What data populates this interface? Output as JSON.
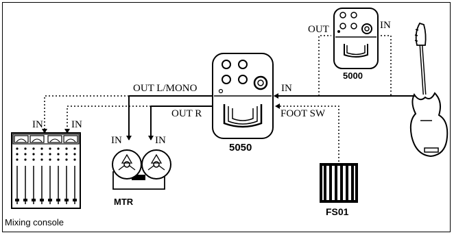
{
  "labels": {
    "out_top": "OUT",
    "in_top": "IN",
    "pedal_5000": "5000",
    "out_lmono": "OUT L/MONO",
    "in_guitar": "IN",
    "out_r": "OUT R",
    "foot_sw": "FOOT SW",
    "pedal_5050": "5050",
    "console_in_1": "IN",
    "console_in_2": "IN",
    "mtr_in_1": "IN",
    "mtr_in_2": "IN",
    "mtr": "MTR",
    "fs01": "FS01",
    "mixing_console": "Mixing console"
  },
  "colors": {
    "line": "#000000",
    "background": "#ffffff"
  }
}
